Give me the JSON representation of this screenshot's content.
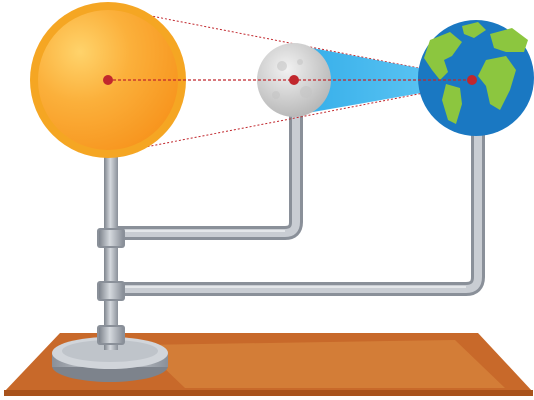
{
  "scene": {
    "colors": {
      "background": "#ffffff",
      "sun_outer": "#f5a623",
      "sun_inner": "#f7941d",
      "moon": "#cfcfcf",
      "earth_ocean": "#1a78c2",
      "earth_land": "#8cc63f",
      "shadow_cone": "#3fb8f0",
      "alignment_line": "#c1272d",
      "center_dot": "#c1272d",
      "metal": "#9ea4ad",
      "table_top": "#c8692a",
      "table_edge": "#a8531c"
    },
    "bodies": [
      "sun",
      "moon",
      "earth"
    ]
  }
}
